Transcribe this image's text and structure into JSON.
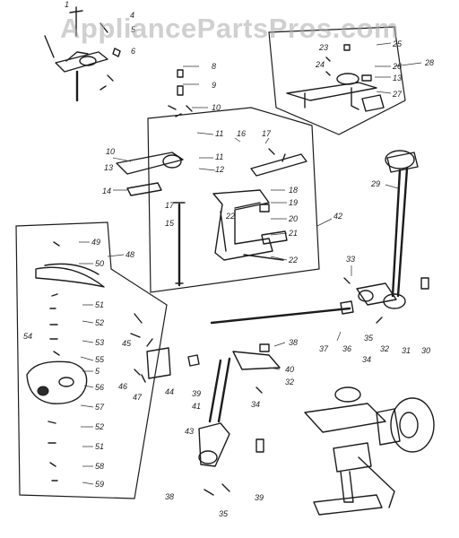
{
  "watermark": "AppliancePartsPros.com",
  "labels": [
    {
      "id": "1a",
      "text": "1"
    },
    {
      "id": "4a",
      "text": "4"
    },
    {
      "id": "5a",
      "text": "5"
    },
    {
      "id": "6a",
      "text": "6"
    },
    {
      "id": "8",
      "text": "8"
    },
    {
      "id": "9",
      "text": "9"
    },
    {
      "id": "10a",
      "text": "10"
    },
    {
      "id": "11a",
      "text": "11"
    },
    {
      "id": "16",
      "text": "16"
    },
    {
      "id": "17a",
      "text": "17"
    },
    {
      "id": "10b",
      "text": "10"
    },
    {
      "id": "13",
      "text": "13"
    },
    {
      "id": "11b",
      "text": "11"
    },
    {
      "id": "12",
      "text": "12"
    },
    {
      "id": "14",
      "text": "14"
    },
    {
      "id": "18",
      "text": "18"
    },
    {
      "id": "19",
      "text": "19"
    },
    {
      "id": "20",
      "text": "20"
    },
    {
      "id": "21",
      "text": "21"
    },
    {
      "id": "22a",
      "text": "22"
    },
    {
      "id": "22b",
      "text": "22"
    },
    {
      "id": "17b",
      "text": "17"
    },
    {
      "id": "15",
      "text": "15"
    },
    {
      "id": "42",
      "text": "42"
    },
    {
      "id": "23",
      "text": "23"
    },
    {
      "id": "25",
      "text": "25"
    },
    {
      "id": "24",
      "text": "24"
    },
    {
      "id": "26",
      "text": "26"
    },
    {
      "id": "28",
      "text": "28"
    },
    {
      "id": "13b",
      "text": "13"
    },
    {
      "id": "27",
      "text": "27"
    },
    {
      "id": "29",
      "text": "29"
    },
    {
      "id": "49",
      "text": "49"
    },
    {
      "id": "50",
      "text": "50"
    },
    {
      "id": "48",
      "text": "48"
    },
    {
      "id": "51",
      "text": "51"
    },
    {
      "id": "52a",
      "text": "52"
    },
    {
      "id": "53",
      "text": "53"
    },
    {
      "id": "54",
      "text": "54"
    },
    {
      "id": "55",
      "text": "55"
    },
    {
      "id": "5b",
      "text": "5"
    },
    {
      "id": "56",
      "text": "56"
    },
    {
      "id": "57",
      "text": "57"
    },
    {
      "id": "52b",
      "text": "52"
    },
    {
      "id": "51b",
      "text": "51"
    },
    {
      "id": "58",
      "text": "58"
    },
    {
      "id": "59",
      "text": "59"
    },
    {
      "id": "45",
      "text": "45"
    },
    {
      "id": "46",
      "text": "46"
    },
    {
      "id": "47",
      "text": "47"
    },
    {
      "id": "44",
      "text": "44"
    },
    {
      "id": "33",
      "text": "33"
    },
    {
      "id": "37",
      "text": "37"
    },
    {
      "id": "36",
      "text": "36"
    },
    {
      "id": "35a",
      "text": "35"
    },
    {
      "id": "32a",
      "text": "32"
    },
    {
      "id": "31",
      "text": "31"
    },
    {
      "id": "30",
      "text": "30"
    },
    {
      "id": "34a",
      "text": "34"
    },
    {
      "id": "38a",
      "text": "38"
    },
    {
      "id": "40",
      "text": "40"
    },
    {
      "id": "32b",
      "text": "32"
    },
    {
      "id": "39a",
      "text": "39"
    },
    {
      "id": "41",
      "text": "41"
    },
    {
      "id": "34b",
      "text": "34"
    },
    {
      "id": "43",
      "text": "43"
    },
    {
      "id": "38b",
      "text": "38"
    },
    {
      "id": "39b",
      "text": "39"
    },
    {
      "id": "35b",
      "text": "35"
    }
  ]
}
